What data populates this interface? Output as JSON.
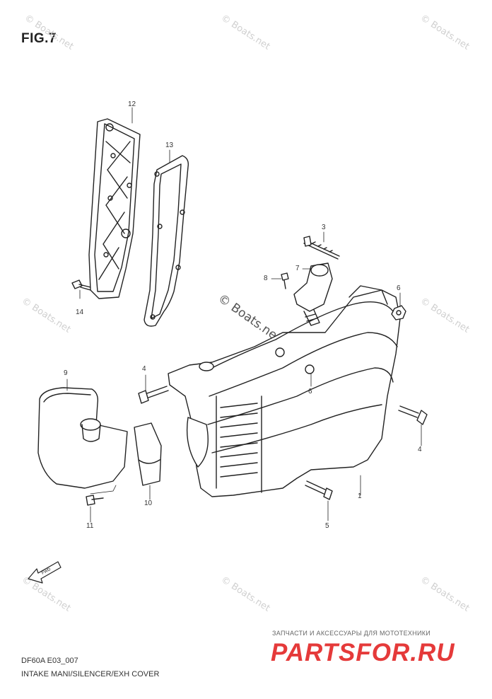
{
  "figure_label": "FIG.7",
  "watermark_text": "© Boats.net",
  "diagram_code": "DF60A E03_007",
  "caption": "INTAKE MANI/SILENCER/EXH COVER",
  "callouts": [
    "1",
    "3",
    "4",
    "4",
    "5",
    "6",
    "6",
    "7",
    "8",
    "9",
    "10",
    "11",
    "12",
    "13",
    "14"
  ],
  "shop": {
    "tagline": "ЗАПЧАСТИ И АКСЕССУАРЫ ДЛЯ МОТОТЕХНИКИ",
    "logo_text": "PARTSFOR.RU",
    "logo_color": "#e53a3a"
  },
  "icons": {
    "fwd_arrow": "FWD"
  }
}
